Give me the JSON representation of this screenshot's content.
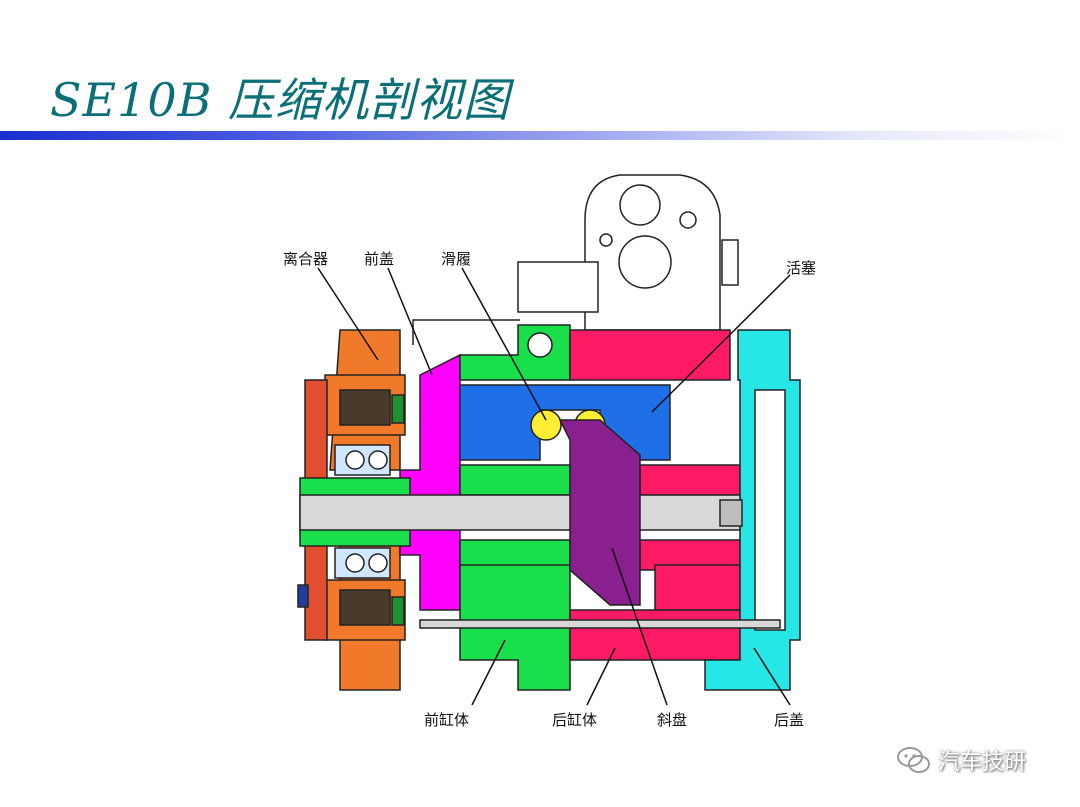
{
  "title": "SE10B 压缩机剖视图",
  "labels": {
    "clutch": "离合器",
    "front_cover": "前盖",
    "slipper": "滑履",
    "piston": "活塞",
    "front_cylinder": "前缸体",
    "rear_cylinder": "后缸体",
    "swash_plate": "斜盘",
    "rear_cover": "后盖"
  },
  "watermark": "汽车技研",
  "colors": {
    "title": "#0b6f77",
    "bar": "#1a2fcf",
    "clutch": "#f07a2a",
    "front_cover": "#ff00ff",
    "front_cylinder": "#19e04a",
    "rear_cylinder": "#ff1a66",
    "piston": "#1f6fe8",
    "slipper": "#ffee33",
    "swash_plate": "#8a1f8f",
    "rear_cover": "#26e6e6"
  },
  "icons": [
    "wechat-icon"
  ]
}
